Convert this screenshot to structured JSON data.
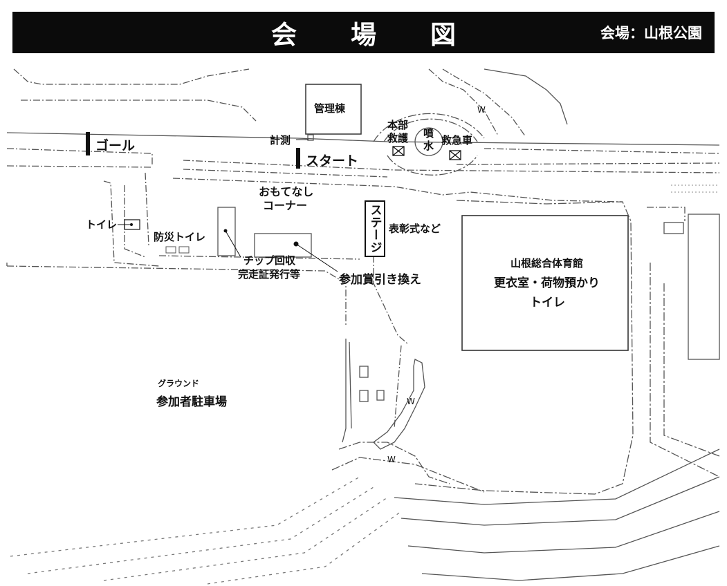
{
  "header": {
    "title_chars": [
      "会",
      "場",
      "図"
    ],
    "venue": "会場：山根公園"
  },
  "labels": {
    "kanri": "管理棟",
    "honbu": "本部",
    "kyugo": "救護",
    "funsui_1": "噴",
    "funsui_2": "水",
    "kyukyusha": "救急車",
    "keisoku": "計測",
    "goal": "ゴール",
    "start": "スタート",
    "omotenashi_1": "おもてなし",
    "omotenashi_2": "コーナー",
    "toilet_left": "トイレ",
    "bosai_toilet": "防災トイレ",
    "stage": "ステージ",
    "hyoshoshiki": "表彰式など",
    "chip_1": "チップ回収",
    "chip_2": "完走証発行等",
    "sankasho": "参加賞引き換え",
    "gym_name": "山根総合体育館",
    "gym_line2": "更衣室・荷物預かり",
    "gym_line3": "トイレ",
    "ground": "グラウンド",
    "parking": "参加者駐車場",
    "w1": "W",
    "w2": "W",
    "w3": "W"
  },
  "colors": {
    "header_bg": "#0b0b0b",
    "line": "#555555",
    "line_light": "#8a8a8a",
    "ink": "#111111"
  }
}
